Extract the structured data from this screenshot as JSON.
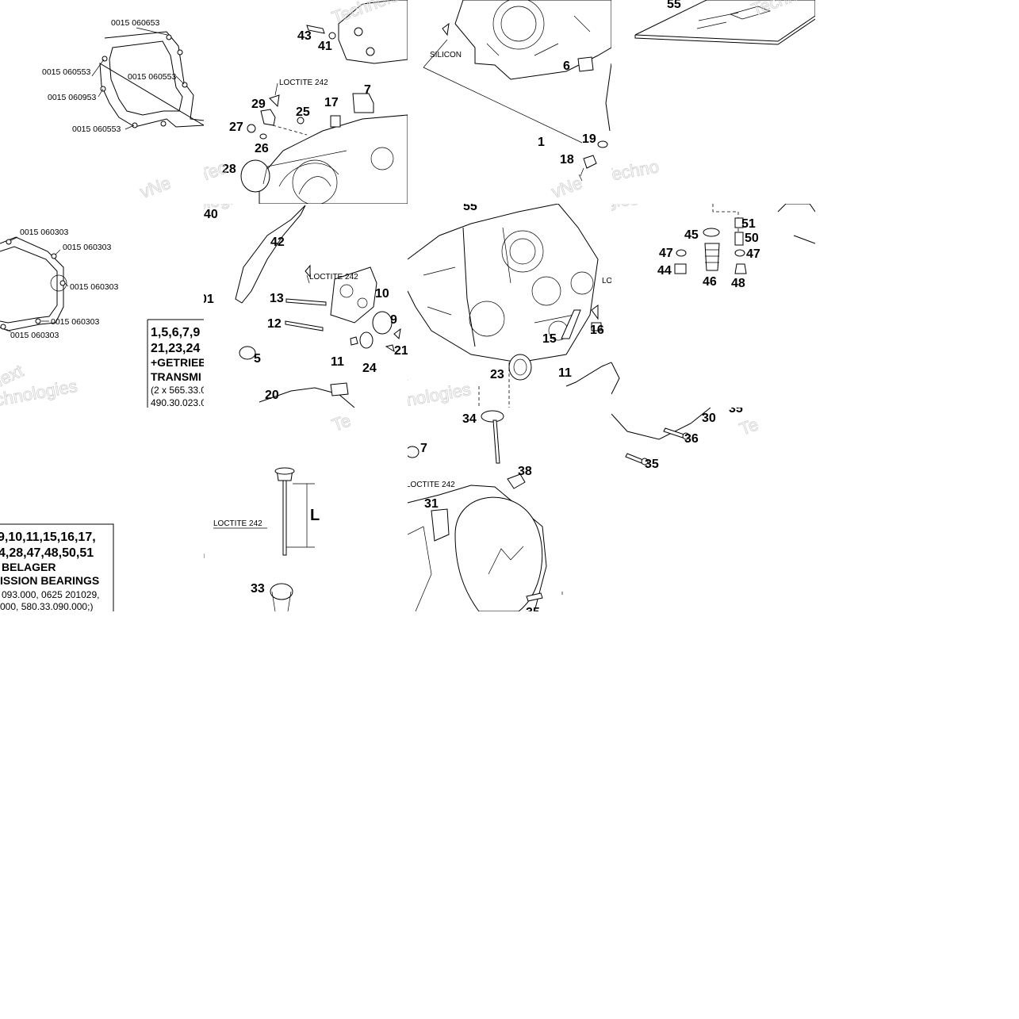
{
  "callouts": {
    "c43": "43",
    "c41": "41",
    "c7": "7",
    "c29": "29",
    "c25": "25",
    "c17": "17",
    "c27": "27",
    "c26": "26",
    "c28": "28",
    "c40": "40",
    "c55": "55",
    "c6": "6",
    "c1": "1",
    "c19": "19",
    "c18": "18",
    "c42": "42",
    "c01": "01",
    "c13": "13",
    "c10": "10",
    "c12": "12",
    "c9": "9",
    "c5": "5",
    "c11": "11",
    "c24": "24",
    "c21": "21",
    "c20": "20",
    "c15": "15",
    "c16": "16",
    "c23": "23",
    "c11b": "11",
    "c45": "45",
    "c51": "51",
    "c50": "50",
    "c47": "47",
    "c47b": "47",
    "c44": "44",
    "c46": "46",
    "c48": "48",
    "cL": "L",
    "c33": "33",
    "c7b": "7",
    "c34": "34",
    "c38": "38",
    "c31": "31",
    "c35": "35",
    "c30": "30",
    "c36": "36",
    "c35b": "35",
    "c35c": "35"
  },
  "part_numbers": {
    "t1_a": "0015 060653",
    "t1_b": "0015 060553",
    "t1_c": "0015 060553",
    "t1_d": "0015 060953",
    "t1_e": "0015 060553",
    "t5_a": "0015 060303",
    "t5_b": "0015 060303",
    "t5_c": "0015 060303",
    "t5_d": "0015 060303",
    "t5_e": "0015 060303"
  },
  "notes": {
    "loctite_1": "LOCTITE 242",
    "loctite_2": "LOCTITE 242",
    "loctite_3": "LOCTITE 242",
    "loctite_4": "LOCTITE 242",
    "loctite_5": "LO",
    "silicon": "SILICON"
  },
  "kit_box": {
    "line1_left": "1,5,6,7,9",
    "line1_right": "9,10,11,15,16,17,",
    "line2_left": "21,23,24",
    "line2_right": "4,28,47,48,50,51",
    "line3_left": "+GETRIEB",
    "line3_right": "BELAGER",
    "line4_left": "TRANSMI",
    "line4_right": "ISSION BEARINGS",
    "line5_left": "(2 x 565.33.0",
    "line5_right": "093.000, 0625 201029,",
    "line6_left": "490.30.023.0",
    "line6_right": "000, 580.33.090.000;)"
  },
  "watermarks": {
    "w1": "Technolo",
    "w2": "Technolo",
    "w3": "vNext Tec",
    "w4": "vNext Techno",
    "w5": "nologies",
    "w6": "chnologies",
    "w7": "vNe",
    "w8": "Next",
    "w9": "chnologies",
    "w10": "Te",
    "w11": "xt",
    "w12": "nologies",
    "w13": "Te",
    "w14": "vNe"
  }
}
